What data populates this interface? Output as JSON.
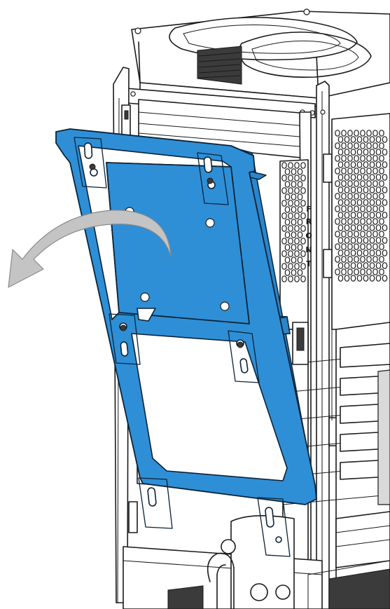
{
  "figure": {
    "case_label": [
      "F",
      "R",
      "O",
      "N",
      "T"
    ],
    "colors": {
      "bracket": "#2e8fd6",
      "bracket_outline": "#0c2236",
      "arrow": "#c4c4c4",
      "line_art": "#1a1a1a",
      "background": "#ffffff"
    },
    "icons": {
      "rotation_arrow": "curved-arrow-left-icon"
    }
  }
}
